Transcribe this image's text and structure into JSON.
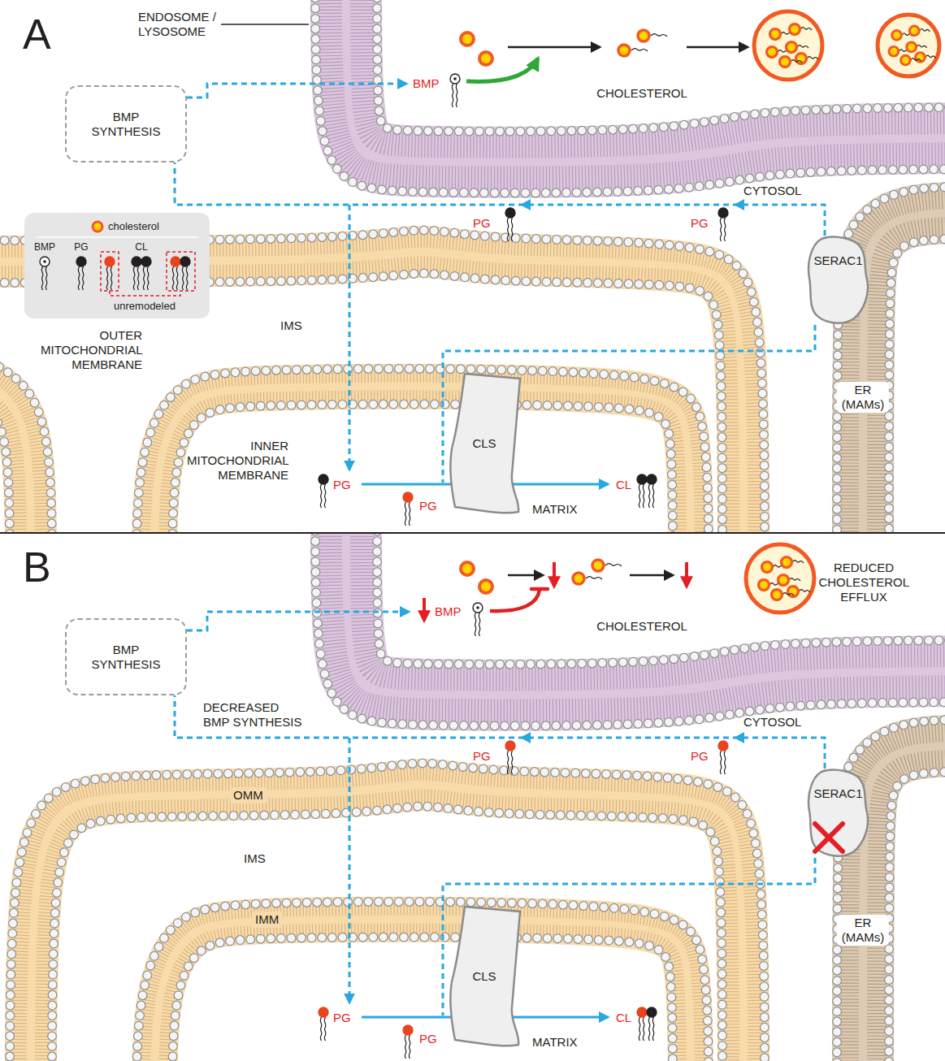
{
  "diagram": {
    "nodes": [
      {
        "text": [
          "BMP SYNTHESIS"
        ]
      },
      {
        "text": [
          "SERAC1"
        ]
      },
      {
        "text": [
          "CLS"
        ]
      },
      {
        "text": [
          "BMP SYNTHESIS"
        ]
      },
      {
        "text": [
          "SERAC1"
        ]
      },
      {
        "text": [
          "CLS"
        ]
      }
    ],
    "edges": [
      {
        "from": 1,
        "to": 0,
        "arrow": "none"
      },
      {
        "from": 4,
        "to": 3,
        "arrow": "none"
      }
    ],
    "labels": [
      "A",
      "ENDOSOME / LYSOSOME",
      "BMP",
      "CHOLESTEROL",
      "CYTOSOL",
      "PG",
      "PG",
      "IMS",
      "OUTER MITOCHONDRIAL MEMBRANE",
      "ER (MAMs)",
      "INNER MITOCHONDRIAL MEMBRANE",
      "PG",
      "PG",
      "CL",
      "MATRIX",
      "B",
      "BMP",
      "CHOLESTEROL",
      "REDUCED CHOLESTEROL EFFLUX",
      "DECREASED BMP SYNTHESIS",
      "CYTOSOL",
      "PG",
      "PG",
      "OMM",
      "IMS",
      "ER (MAMs)",
      "IMM",
      "PG",
      "PG",
      "CL",
      "MATRIX"
    ],
    "legend": [
      {
        "text": "cholesterol"
      },
      {
        "text": "BMP"
      },
      {
        "text": "PG"
      },
      {
        "text": "CL"
      },
      {
        "text": "unremodeled"
      }
    ]
  }
}
